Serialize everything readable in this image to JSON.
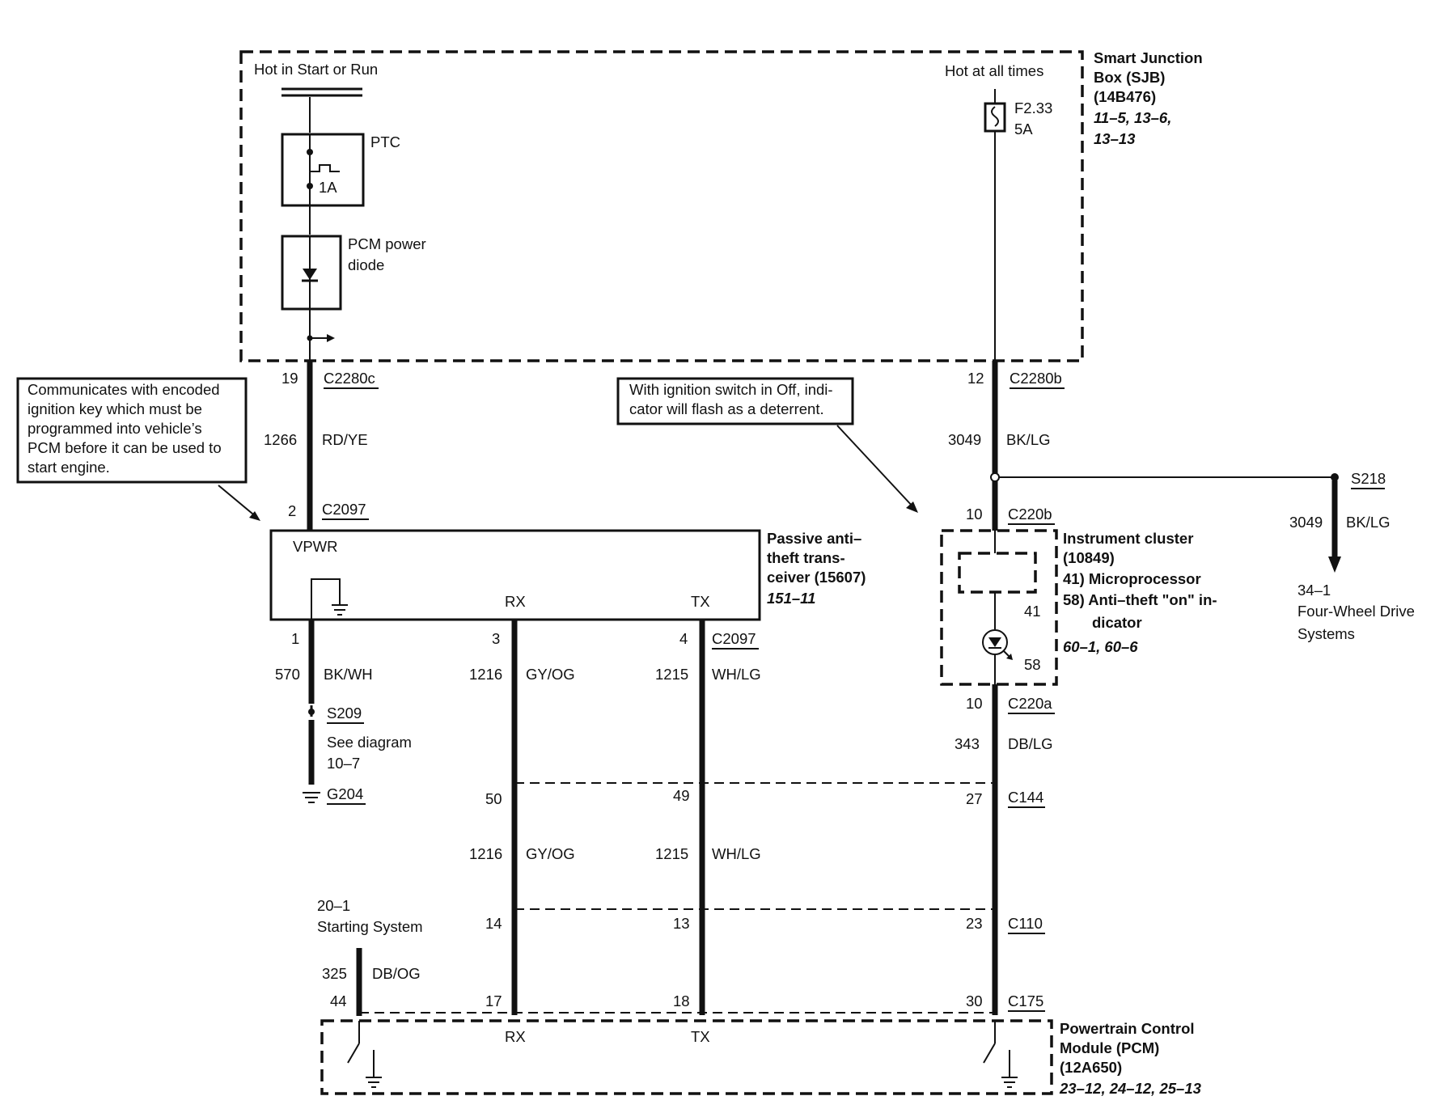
{
  "sjb": {
    "hot_start_run": "Hot in Start or Run",
    "hot_all_times": "Hot at all times",
    "ptc": "PTC",
    "ptc_rating": "1A",
    "diode_l1": "PCM power",
    "diode_l2": "diode",
    "fuse_id": "F2.33",
    "fuse_rating": "5A",
    "title_l1": "Smart Junction",
    "title_l2": "Box (SJB)",
    "title_l3": "(14B476)",
    "ref_l1": "11–5, 13–6,",
    "ref_l2": "13–13"
  },
  "note_key": {
    "l1": "Communicates with encoded",
    "l2": "ignition key which must be",
    "l3": "programmed into vehicle’s",
    "l4": "PCM before it can be used to",
    "l5": "start engine."
  },
  "note_ignition": {
    "l1": "With ignition switch in Off, indi-",
    "l2": "cator will flash as a deterrent."
  },
  "left_feed": {
    "pin_top": "19",
    "conn_top": "C2280c",
    "circuit": "1266",
    "color": "RD/YE",
    "pin_bottom": "2",
    "conn_bottom": "C2097"
  },
  "right_feed": {
    "pin_top": "12",
    "conn_top": "C2280b",
    "circuit": "3049",
    "color": "BK/LG",
    "pin_bottom": "10",
    "conn_bottom": "C220b"
  },
  "splice": {
    "id": "S218",
    "circuit": "3049",
    "color": "BK/LG",
    "ref": "34–1",
    "dest_l1": "Four-Wheel Drive",
    "dest_l2": "Systems"
  },
  "pats": {
    "vpwr": "VPWR",
    "rx": "RX",
    "tx": "TX",
    "title_l1": "Passive anti–",
    "title_l2": "theft trans-",
    "title_l3": "ceiver (15607)",
    "ref": "151–11"
  },
  "cluster": {
    "title_l1": "Instrument cluster",
    "title_l2": "(10849)",
    "item1": "41) Microprocessor",
    "item2_l1": "58) Anti–theft \"on\" in-",
    "item2_l2": "dicator",
    "ref": "60–1, 60–6",
    "pin41": "41",
    "pin58": "58"
  },
  "ground_branch": {
    "pin": "1",
    "circuit": "570",
    "color": "BK/WH",
    "splice": "S209",
    "see_l1": "See diagram",
    "see_l2": "10–7",
    "ground": "G204"
  },
  "rx_wire": {
    "pin": "3",
    "circuit": "1216",
    "color": "GY/OG",
    "c144_pin": "50",
    "c110_pin": "14",
    "c175_pin": "17"
  },
  "tx_wire": {
    "pin": "4",
    "conn": "C2097",
    "circuit": "1215",
    "color": "WH/LG",
    "c144_pin": "49",
    "c110_pin": "13",
    "c175_pin": "18"
  },
  "ind_wire": {
    "pin": "10",
    "conn": "C220a",
    "circuit": "343",
    "color": "DB/LG",
    "c144_pin": "27",
    "c144": "C144",
    "c110_pin": "23",
    "c110": "C110",
    "c175_pin": "30",
    "c175": "C175"
  },
  "starting": {
    "ref": "20–1",
    "label": "Starting System",
    "circuit": "325",
    "color": "DB/OG",
    "pin": "44"
  },
  "pcm": {
    "rx": "RX",
    "tx": "TX",
    "title_l1": "Powertrain Control",
    "title_l2": "Module (PCM)",
    "title_l3": "(12A650)",
    "ref": "23–12, 24–12, 25–13"
  }
}
